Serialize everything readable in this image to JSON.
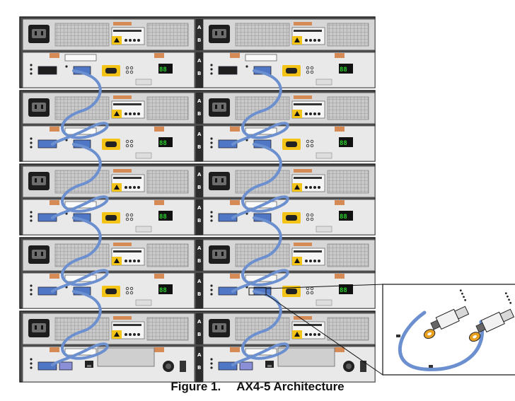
{
  "figure": {
    "number_label": "Figure 1.",
    "title": "AX4-5 Architecture"
  },
  "chassis_count": 5,
  "slot_labels": [
    "A",
    "B"
  ],
  "led_display_text": "88",
  "colors": {
    "chassis": "#4a4a4a",
    "psu_panel": "#d6d6d6",
    "controller_panel": "#e9e9e9",
    "cable": "#6b8fcf",
    "port": "#4f77c6",
    "warning_label": "#f3c417",
    "handle": "#d68a56"
  },
  "icons": [
    "power-inlet-icon",
    "warning-label-icon",
    "led-display-icon",
    "ethernet-port-icon",
    "cable-connector-icon"
  ]
}
